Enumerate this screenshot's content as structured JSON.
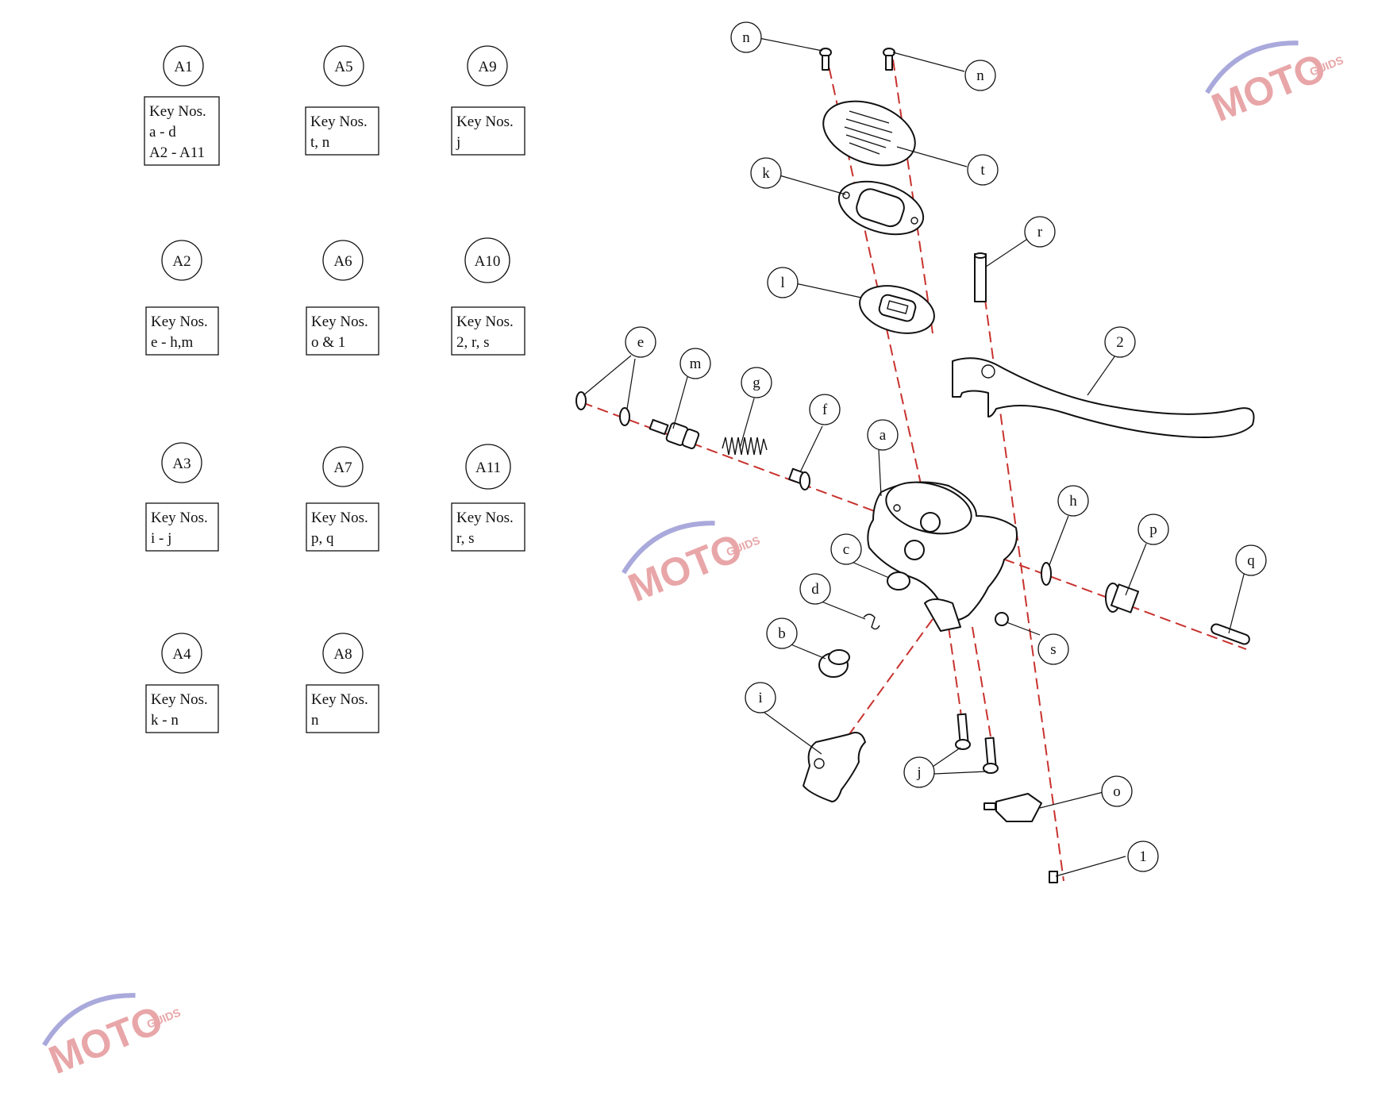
{
  "assemblies": [
    {
      "id": "A1",
      "lines": [
        "Key Nos.",
        "a - d",
        "A2 - A11"
      ]
    },
    {
      "id": "A5",
      "lines": [
        "Key Nos.",
        "t, n"
      ]
    },
    {
      "id": "A9",
      "lines": [
        "Key Nos.",
        "j"
      ]
    },
    {
      "id": "A2",
      "lines": [
        "Key Nos.",
        "e - h,m"
      ]
    },
    {
      "id": "A6",
      "lines": [
        "Key Nos.",
        "o & 1"
      ]
    },
    {
      "id": "A10",
      "lines": [
        "Key Nos.",
        "2, r, s"
      ]
    },
    {
      "id": "A3",
      "lines": [
        "Key Nos.",
        "i - j"
      ]
    },
    {
      "id": "A7",
      "lines": [
        "Key Nos.",
        "p, q"
      ]
    },
    {
      "id": "A11",
      "lines": [
        "Key Nos.",
        "r, s"
      ]
    },
    {
      "id": "A4",
      "lines": [
        "Key Nos.",
        "k - n"
      ]
    },
    {
      "id": "A8",
      "lines": [
        "Key Nos.",
        "n"
      ]
    }
  ],
  "callouts": [
    "n",
    "n",
    "t",
    "k",
    "l",
    "r",
    "2",
    "e",
    "m",
    "g",
    "f",
    "a",
    "h",
    "p",
    "q",
    "c",
    "d",
    "b",
    "s",
    "i",
    "j",
    "o",
    "1"
  ],
  "watermark": {
    "main": "MOTO",
    "sub": "GUIDS"
  },
  "colors": {
    "axis": "#c8322e",
    "watermark_red": "#e8a6a8",
    "watermark_blue": "#a9a9dc"
  }
}
